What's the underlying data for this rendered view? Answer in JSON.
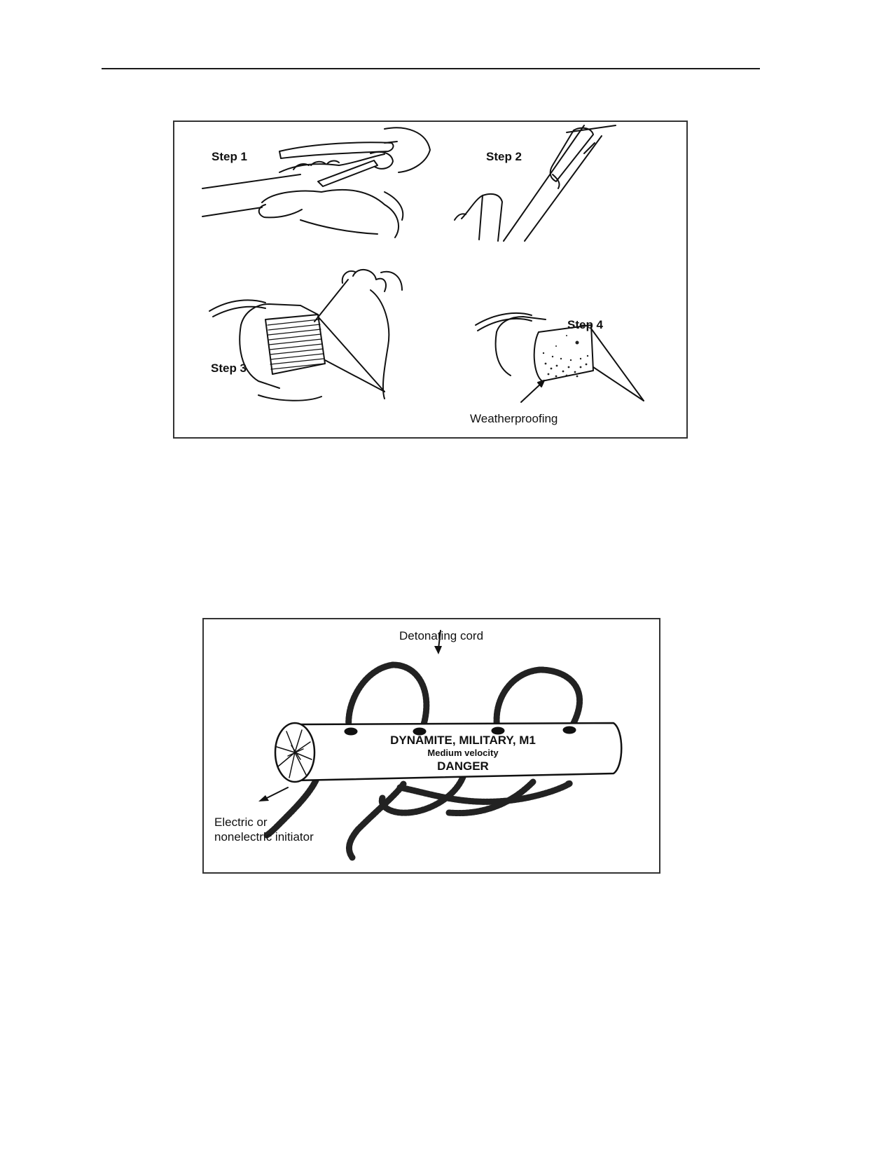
{
  "figure_priming": {
    "steps": [
      "Step 1",
      "Step 2",
      "Step 3",
      "Step 4"
    ],
    "callout": "Weatherproofing"
  },
  "figure_dynamite": {
    "cord_label": "Detonating cord",
    "stick_lines": [
      "DYNAMITE, MILITARY, M1",
      "Medium velocity",
      "DANGER"
    ],
    "initiator_label": [
      "Electric or",
      "nonelectric initiator"
    ]
  }
}
